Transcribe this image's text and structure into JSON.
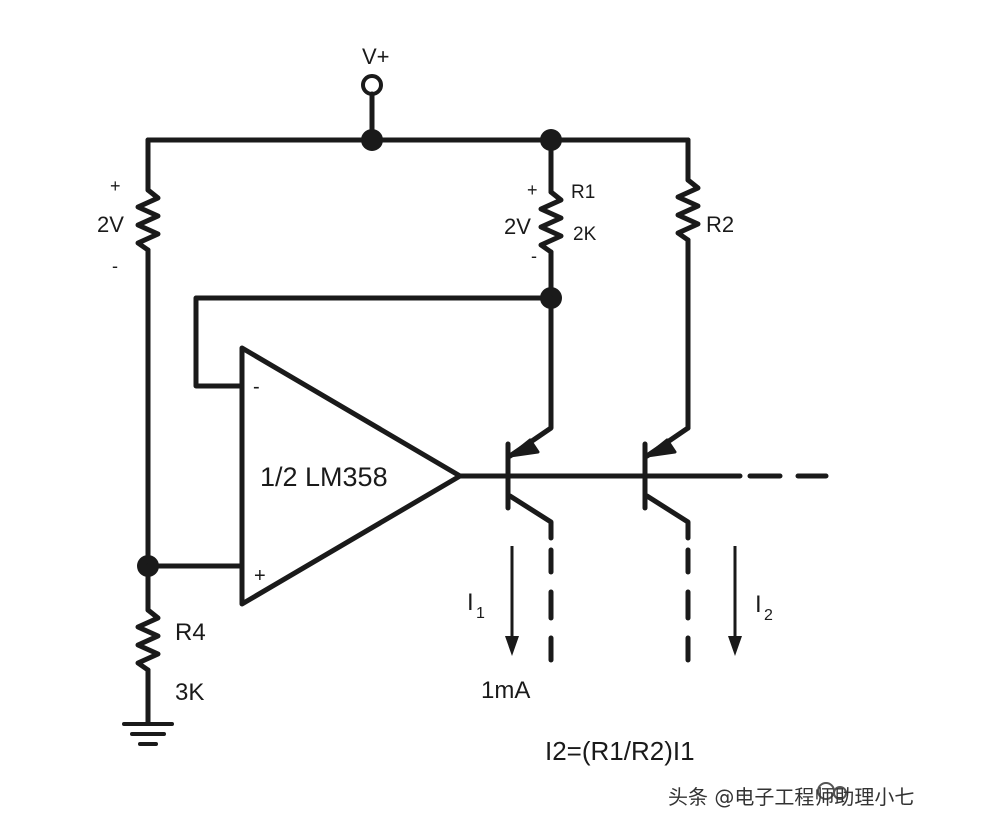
{
  "labels": {
    "supply": "V+",
    "r_left_plus": "+",
    "r_left_voltage": "2V",
    "r_left_minus": "-",
    "r1_plus": "+",
    "r1_name": "R1",
    "r1_voltage": "2V",
    "r1_value": "2K",
    "r1_minus": "-",
    "r2_name": "R2",
    "opamp_name": "1/2 LM358",
    "opamp_inv": "-",
    "opamp_noninv": "+",
    "r4_name": "R4",
    "r4_value": "3K",
    "i1_letter": "I",
    "i1_sub": "1",
    "i1_value": "1mA",
    "i2_letter": "I",
    "i2_sub": "2",
    "formula": "I2=(R1/R2)I1"
  },
  "watermark": {
    "text": "头条 @电子工程师助理小七"
  },
  "colors": {
    "ink": "#1a1a1a",
    "background": "#ffffff"
  }
}
